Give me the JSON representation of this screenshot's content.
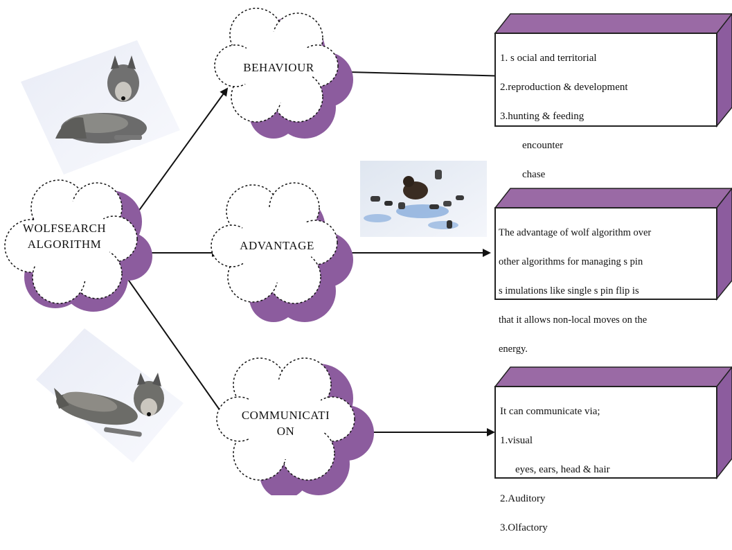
{
  "root": {
    "label": "WOLFSEARCH\nALGORITHM"
  },
  "branches": [
    {
      "label": "BEHAVIOUR",
      "box_lines": [
        "1. s ocial and territorial",
        "2.reproduction & development",
        "3.hunting & feeding",
        "    encounter",
        "    chase"
      ]
    },
    {
      "label": "ADVANTAGE",
      "box_lines": [
        "The advantage of wolf algorithm over",
        "other algorithms for managing s pin",
        "s imulations like single s pin flip is",
        "that it allows non-local moves on the",
        "energy."
      ]
    },
    {
      "label": "COMMUNICATI\nON",
      "box_lines": [
        "It can communicate via;",
        "1.visual",
        "    eyes, ears, head & hair",
        "2.Auditory",
        "3.Olfactory"
      ]
    }
  ],
  "images": [
    {
      "name": "lying-wolf-photo-top",
      "subject": "grey wolf lying in snow"
    },
    {
      "name": "wolf-pack-photo",
      "subject": "wolf pack surrounding a bison on snow"
    },
    {
      "name": "lying-wolf-photo-bottom",
      "subject": "grey wolf lying in snow"
    }
  ],
  "colors": {
    "cloud_shadow": "#8c5c9e",
    "box_side": "#9a6aa5",
    "box_border": "#222222",
    "arrow": "#111111"
  }
}
